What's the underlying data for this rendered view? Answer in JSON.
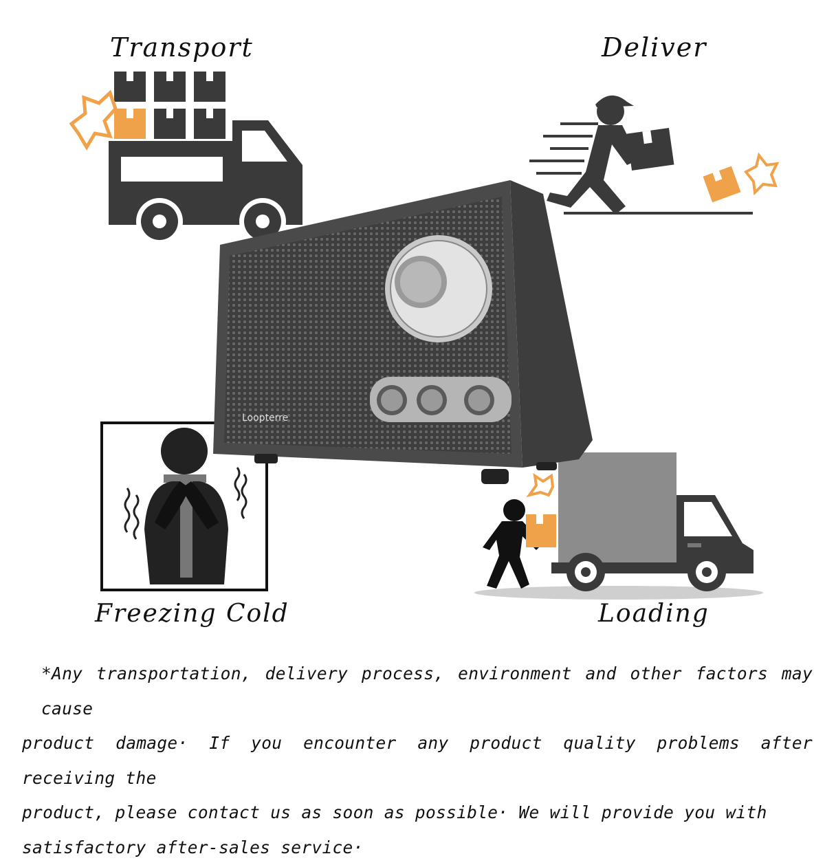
{
  "labels": {
    "transport": "Transport",
    "deliver": "Deliver",
    "freezing": "Freezing Cold",
    "loading": "Loading"
  },
  "product": {
    "brand_text": "Loopterre"
  },
  "notice": {
    "line1": "*Any transportation, delivery process, environment and other factors may cause",
    "line2": "product damage· If you encounter any product quality problems after receiving the",
    "line3": "product, please contact us as soon as possible· We will provide you with",
    "line4": "satisfactory after-sales service·"
  },
  "colors": {
    "icon_dark": "#3a3a3a",
    "accent_orange": "#f0a24a",
    "radio_body": "#4a4a4a",
    "grille": "#5a5a5a",
    "chrome": "#c9c9c9"
  },
  "icons": [
    "truck-icon",
    "boxes-icon",
    "courier-icon",
    "cold-person-icon",
    "loading-truck-icon",
    "burst-icon"
  ]
}
